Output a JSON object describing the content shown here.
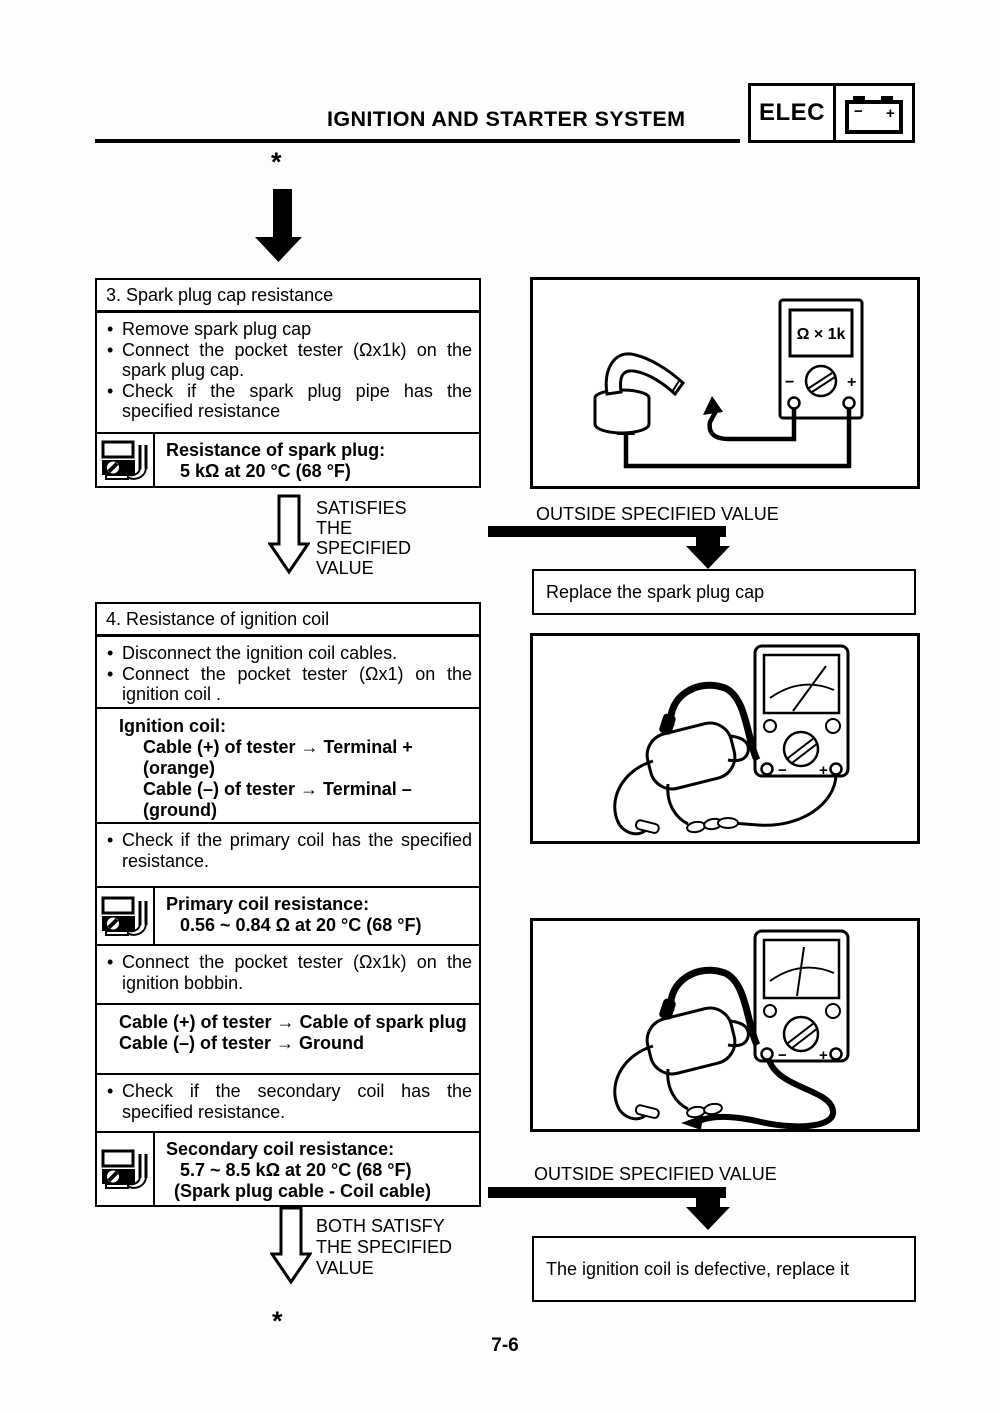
{
  "header": {
    "title": "IGNITION AND STARTER SYSTEM",
    "elec_label": "ELEC",
    "battery_minus": "−",
    "battery_plus": "+"
  },
  "chars": {
    "bullet": "•",
    "asterisk": "*"
  },
  "step3": {
    "title": "3. Spark plug cap resistance",
    "bullets": [
      "Remove spark plug cap",
      "Connect the pocket tester (Ωx1k) on the spark plug cap.",
      "Check if the spark plug pipe has the specified resistance"
    ],
    "spec_title": "Resistance of spark plug:",
    "spec_value": "5 kΩ at 20 °C (68 °F)"
  },
  "branch1": {
    "yes_lines": [
      "SATISFIES",
      "THE",
      "SPECIFIED",
      "VALUE"
    ],
    "no_label": "OUTSIDE SPECIFIED VALUE",
    "action": "Replace the spark plug cap"
  },
  "step4": {
    "title": "4. Resistance of ignition coil",
    "bullets_a": [
      "Disconnect the ignition coil cables.",
      "Connect the pocket tester (Ωx1) on the ignition coil ."
    ],
    "coil_map_title": "Ignition coil:",
    "coil_map_lines": [
      "Cable (+) of tester →  Terminal +",
      "(orange)",
      "Cable (–) of tester →  Terminal –",
      "(ground)"
    ],
    "bullet_primary": "Check if the primary coil has the specified resistance.",
    "primary_spec_title": "Primary coil resistance:",
    "primary_spec_value": "0.56 ~ 0.84 Ω at 20 °C (68 °F)",
    "bullet_bobbin": "Connect the pocket tester (Ωx1k) on the ignition bobbin.",
    "secondary_map_lines": [
      "Cable (+) of tester →  Cable of spark plug",
      "Cable (–) of tester →  Ground"
    ],
    "bullet_secondary": "Check if the secondary coil has the specified resistance.",
    "secondary_spec_title": "Secondary coil resistance:",
    "secondary_spec_value": "5.7 ~ 8.5 kΩ at 20 °C (68 °F)",
    "secondary_spec_note": "(Spark plug cable - Coil cable)"
  },
  "branch2": {
    "yes_lines": [
      "BOTH SATISFY",
      "THE SPECIFIED",
      "VALUE"
    ],
    "no_label": "OUTSIDE SPECIFIED VALUE",
    "action": "The ignition coil is defective, replace it"
  },
  "diagrams": {
    "tester_range": "Ω × 1k",
    "minus": "−",
    "plus": "+"
  },
  "footer": {
    "page_number": "7-6"
  }
}
